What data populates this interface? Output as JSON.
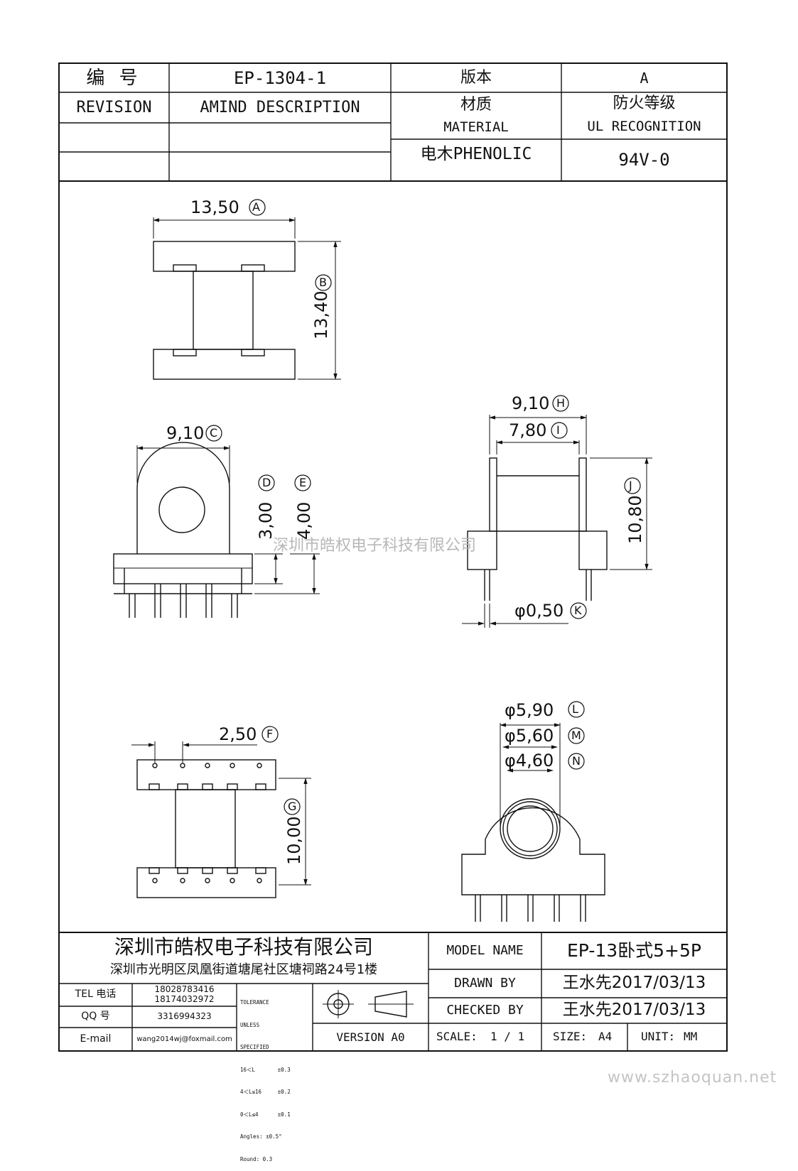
{
  "header": {
    "number_label": "编  号",
    "number_value": "EP-1304-1",
    "version_label": "版本",
    "version_value": "A",
    "revision_label": "REVISION",
    "amend_label": "AMIND DESCRIPTION",
    "material_label_cn": "材质",
    "material_label_en": "MATERIAL",
    "fire_label_cn": "防火等级",
    "fire_label_en": "UL RECOGNITION",
    "material_value": "电木PHENOLIC",
    "fire_value": "94V-0"
  },
  "drawing": {
    "dims": {
      "A": "13,50",
      "B": "13,40",
      "C": "9,10",
      "D": "3,00",
      "E": "4,00",
      "F": "2,50",
      "G": "10,00",
      "H": "9,10",
      "I": "7,80",
      "J": "10,80",
      "K": "φ0,50",
      "L": "φ5,90",
      "M": "φ5,60",
      "N": "φ4,60"
    },
    "watermark": "深圳市皓权电子科技有限公司"
  },
  "title_block": {
    "company_name": "深圳市皓权电子科技有限公司",
    "company_address": "深圳市光明区凤凰街道塘尾社区塘祠路24号1楼",
    "tel_label": "TEL 电话",
    "tel_values": [
      "18028783416",
      "18174032972"
    ],
    "qq_label": "QQ   号",
    "qq_value": "3316994323",
    "email_label": "E-mail",
    "email_value": "wang2014wj@foxmail.com",
    "tolerance_lines": [
      "TOLERANCE",
      "UNLESS",
      "SPECIFIED",
      "16＜L       ±0.3",
      "4＜L≤16     ±0.2",
      "0＜L≤4      ±0.1",
      "Angles: ±0.5°",
      "Round: 0.3"
    ],
    "version_text": "VERSION A0",
    "model_label": "MODEL NAME",
    "model_value": "EP-13卧式5+5P",
    "drawn_label": "DRAWN BY",
    "drawn_value": "王水先2017/03/13",
    "checked_label": "CHECKED BY",
    "checked_value": "王水先2017/03/13",
    "scale_label": "SCALE:",
    "scale_value": "1 / 1",
    "size_label": "SIZE:",
    "size_value": "A4",
    "unit_label": "UNIT:",
    "unit_value": "MM"
  },
  "footer": {
    "site_watermark": "www.szhaoquan.net"
  }
}
